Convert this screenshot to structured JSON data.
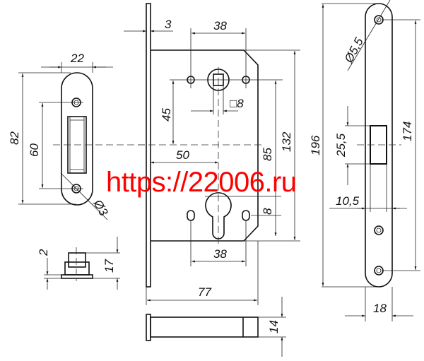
{
  "watermark": "https://22006.ru",
  "strike_plate": {
    "width_label": "22",
    "height_label": "82",
    "screw_spacing_label": "60",
    "hole_label": "Ø3",
    "side_offset_label": "2",
    "side_depth_label": "17"
  },
  "lock_body": {
    "faceplate_thickness_label": "3",
    "top_holes_spacing_label": "38",
    "spindle_offset_label": "45",
    "spindle_square_label": "□8",
    "backset_label": "50",
    "center_distance_label": "85",
    "body_height_label": "132",
    "cylinder_offset_label": "8",
    "bottom_holes_spacing_label": "38",
    "body_depth_label": "77",
    "body_thickness_label": "14"
  },
  "faceplate": {
    "screw_hole_label": "Ø5,5",
    "length_label": "196",
    "screw_spacing_label": "174",
    "latch_height_label": "25,5",
    "latch_width_label": "10,5",
    "width_label": "18"
  }
}
